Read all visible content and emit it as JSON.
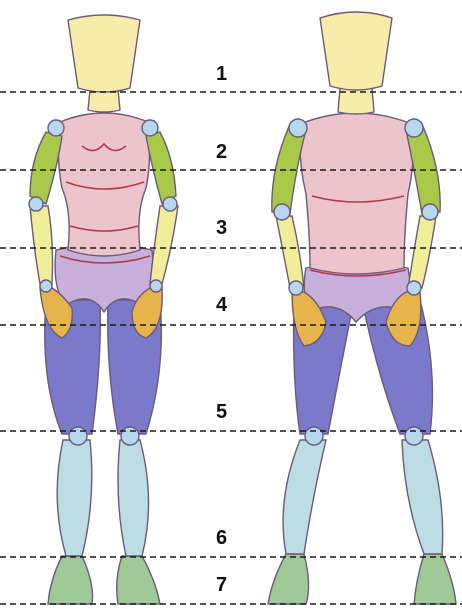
{
  "labels": [
    "1",
    "2",
    "3",
    "4",
    "5",
    "6",
    "7"
  ],
  "colors": {
    "head": "#f7ecaa",
    "chest": "#eec4cc",
    "pelvis": "#c9b0dc",
    "upper_arm": "#a9c949",
    "forearm": "#f0ee98",
    "hand": "#e7b44c",
    "thigh": "#7b79c9",
    "shin": "#bcdde4",
    "foot": "#9fc996",
    "joint": "#b6d8ef",
    "guide_line": "#1a1a1a"
  }
}
